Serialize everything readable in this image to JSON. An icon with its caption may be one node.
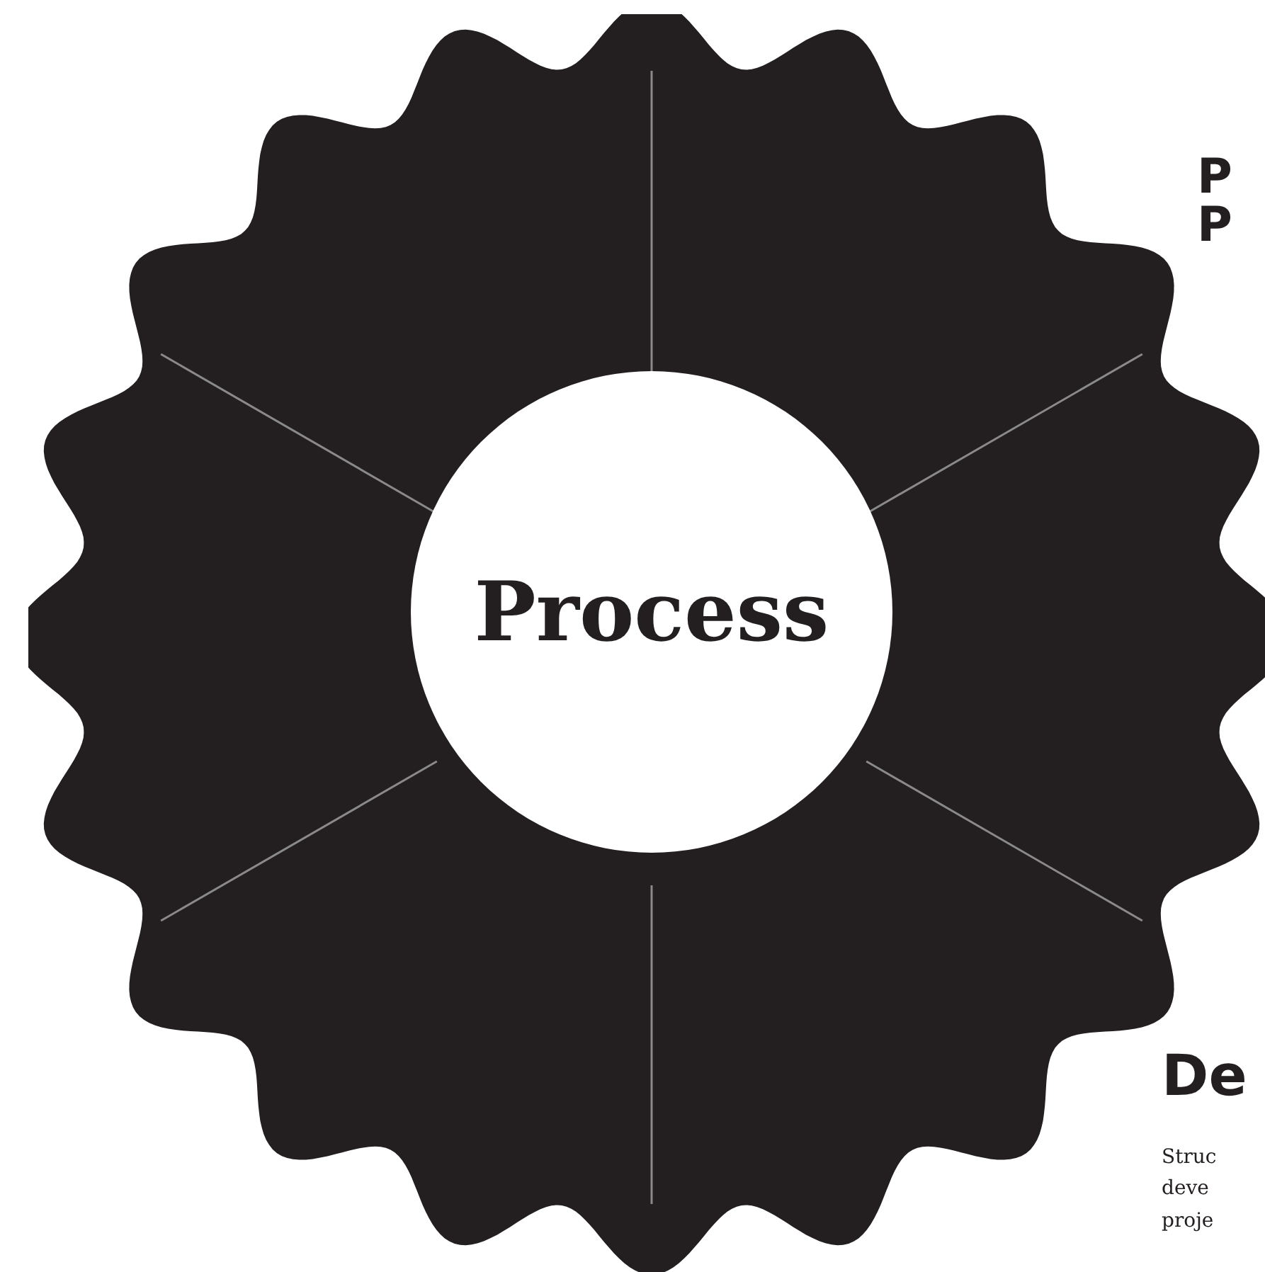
{
  "diagram": {
    "nodes": [
      {
        "text": [],
        "shape": "circle"
      },
      {
        "text": [
          "Process"
        ],
        "in": 0
      }
    ],
    "labels": [
      "P P",
      "De",
      "Struc deve proje"
    ]
  }
}
